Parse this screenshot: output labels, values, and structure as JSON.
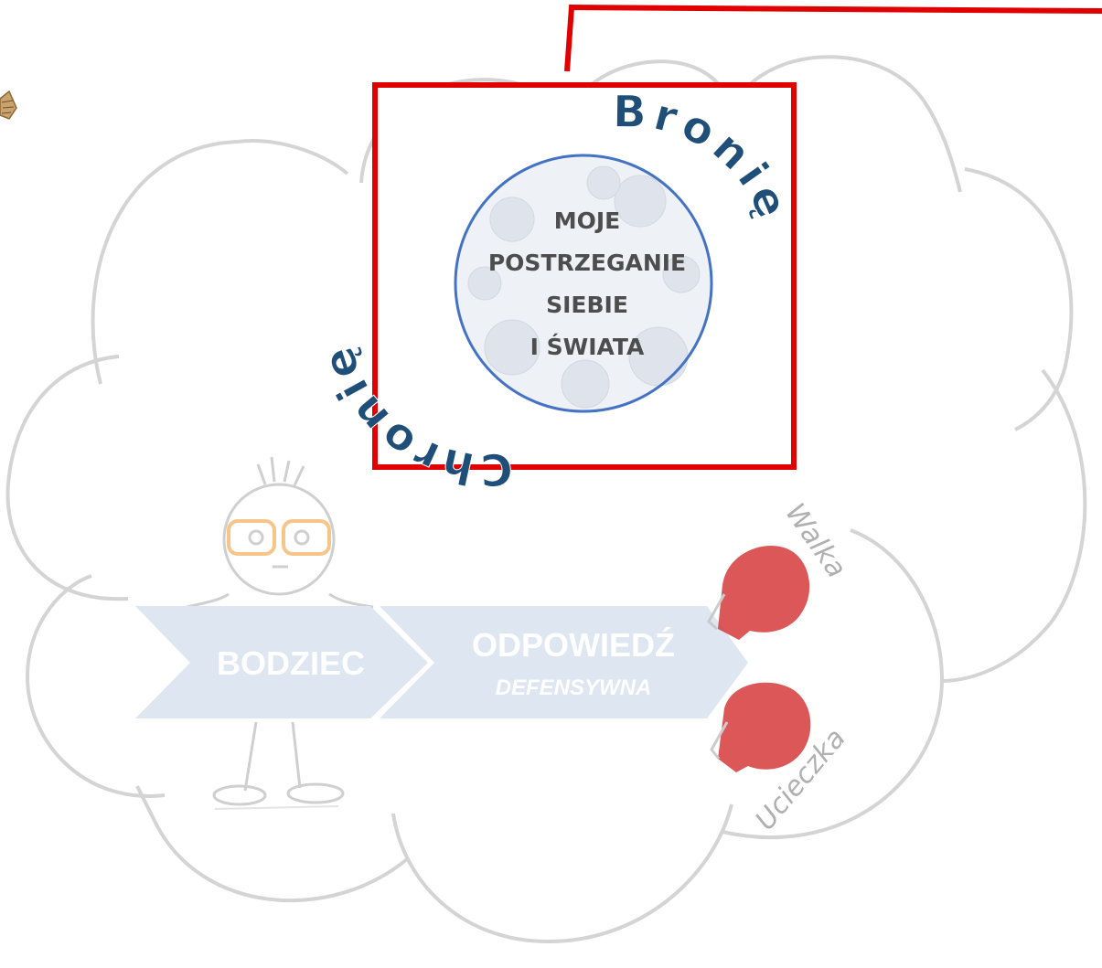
{
  "arrow": {
    "stimulus": "BODZIEC",
    "response": "ODPOWIEDŹ",
    "response_sub": "DEFENSYWNA"
  },
  "badge": {
    "lines": [
      "MOJE",
      "POSTRZEGANIE",
      "SIEBIE",
      "I ŚWIATA"
    ],
    "arc_left": "Chronię",
    "arc_right": "Bronię"
  },
  "reactions": {
    "fight": "Walka",
    "flight": "Ucieczka"
  },
  "colors": {
    "highlight": "#e00000",
    "cloud_stroke": "#d4d4d4",
    "arrow_fill": "#dde6f1",
    "ring": "#4472c4",
    "glove": "#d63a3a"
  }
}
